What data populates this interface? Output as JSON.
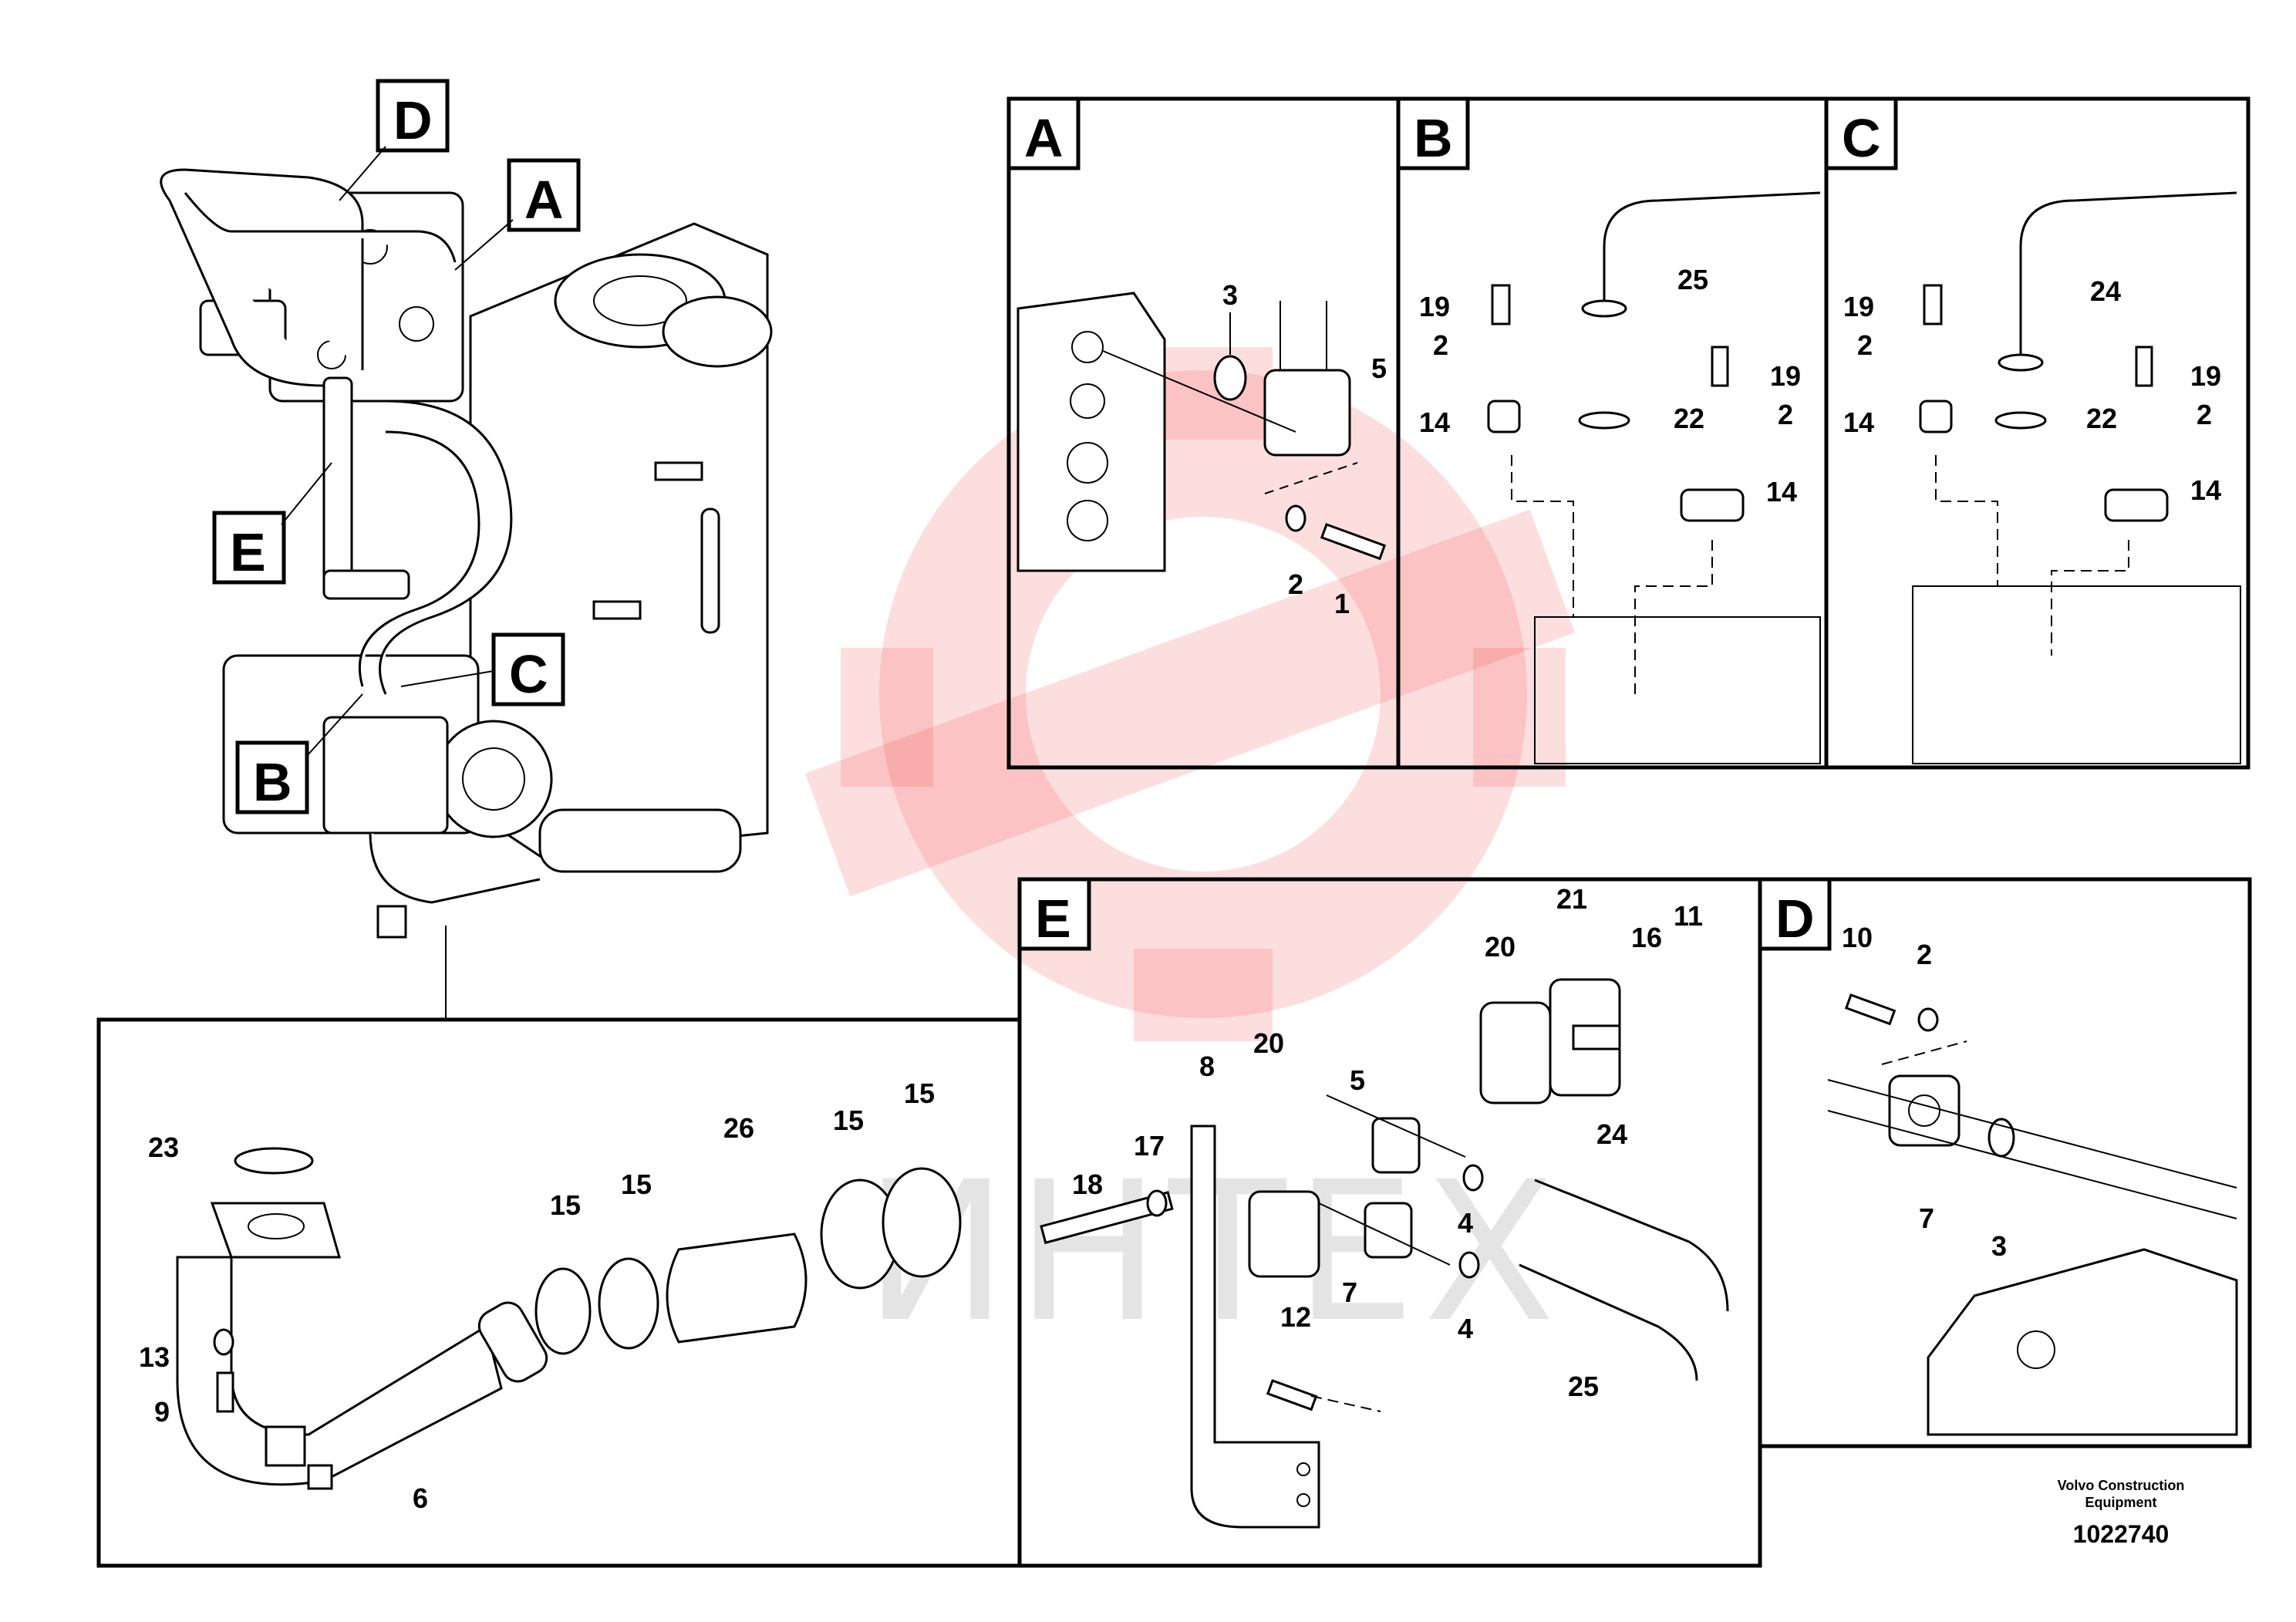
{
  "overview": {
    "tags": [
      "D",
      "A",
      "E",
      "C",
      "B"
    ]
  },
  "panels": {
    "A": {
      "letter": "A",
      "callouts": [
        "3",
        "5",
        "2",
        "1"
      ]
    },
    "B": {
      "letter": "B",
      "callouts": [
        "25",
        "19",
        "2",
        "14",
        "22",
        "19",
        "2",
        "14"
      ]
    },
    "C": {
      "letter": "C",
      "callouts": [
        "24",
        "19",
        "2",
        "14",
        "22",
        "19",
        "2",
        "14"
      ]
    },
    "E": {
      "letter": "E",
      "callouts": [
        "21",
        "20",
        "16",
        "11",
        "8",
        "20",
        "5",
        "17",
        "18",
        "24",
        "4",
        "7",
        "4",
        "12",
        "25"
      ]
    },
    "D": {
      "letter": "D",
      "callouts": [
        "10",
        "2",
        "7",
        "3"
      ]
    },
    "bottom": {
      "callouts": [
        "23",
        "13",
        "9",
        "6",
        "15",
        "15",
        "26",
        "15",
        "15"
      ]
    }
  },
  "corner": {
    "company_line1": "Volvo Construction",
    "company_line2": "Equipment",
    "drawing_number": "1022740"
  },
  "watermark": {
    "text": "ИНТЕХ"
  }
}
